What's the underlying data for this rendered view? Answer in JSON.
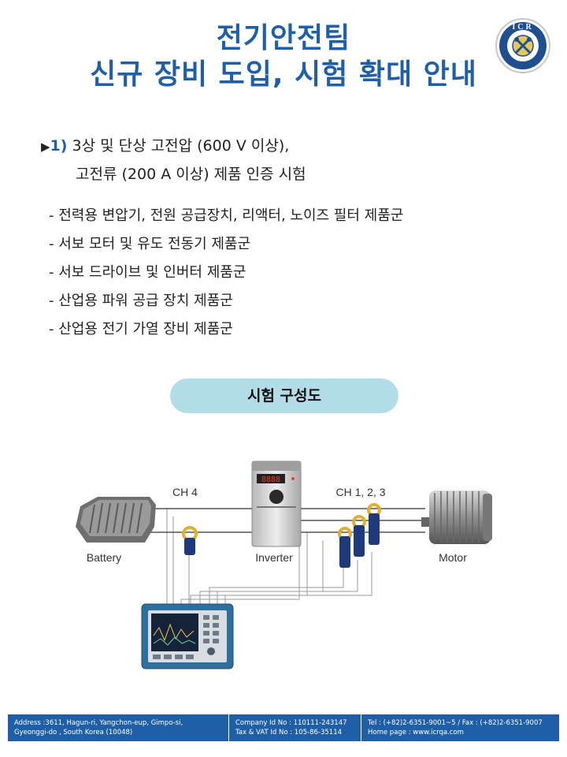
{
  "header": {
    "title_line1": "전기안전팀",
    "title_line2": "신규 장비 도입, 시험 확대 안내",
    "logo_text": "ICR"
  },
  "section": {
    "number": "1)",
    "line1": "3상 및 단상 고전압 (600 V 이상),",
    "line2": "고전류 (200 A 이상) 제품 인증 시험"
  },
  "bullets": [
    "- 전력용 변압기, 전원 공급장치, 리액터, 노이즈 필터 제품군",
    "- 서보 모터 및 유도 전동기 제품군",
    "- 서보 드라이브 및 인버터 제품군",
    "- 산업용 파워 공급 장치 제품군",
    "- 산업용 전기 가열 장비 제품군"
  ],
  "diagram": {
    "title": "시험 구성도",
    "battery_label": "Battery",
    "inverter_label": "Inverter",
    "motor_label": "Motor",
    "ch4_label": "CH 4",
    "ch123_label": "CH 1, 2, 3",
    "display_readout": "8888"
  },
  "footer": {
    "address_line1": "Address :3611, Hagun-ri, Yangchon-eup, Gimpo-si,",
    "address_line2": "Gyeonggi-do , South Korea (10048)",
    "company_id": "Company Id No : 110111-243147",
    "tax_id": "Tax & VAT Id No : 105-86-35114",
    "tel": "Tel : (+82)2-6351-9001~5 / Fax : (+82)2-6351-9007",
    "homepage": "Home page : www.icrqa.com"
  },
  "colors": {
    "brand_blue": "#1f5fa8",
    "pill_bg": "#b3dce9"
  }
}
